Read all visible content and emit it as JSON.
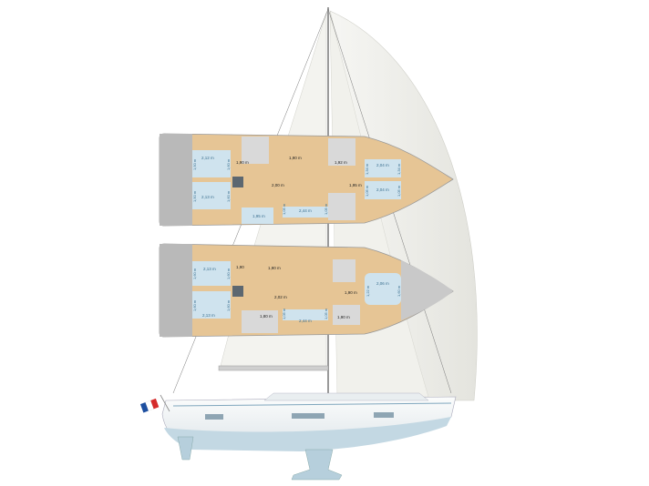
{
  "colors": {
    "background": "#ffffff",
    "sail": "#efefeb",
    "floor_wood": "#e6c595",
    "cabin_berth": "#cfe3ee",
    "stern_gray": "#b9b9b9",
    "hull_white": "#f4f6f7",
    "hull_bottom": "#c3d8e3"
  },
  "flag": {
    "icon": "french-flag-icon"
  },
  "layout_top": {
    "berth_labels": [
      "2,12 m",
      "2,13 m",
      "2,04 m",
      "2,04 m",
      "2,44 m",
      "1,95 m"
    ],
    "berth_widths": [
      "1,50 m",
      "1,60 m",
      "1,50 m",
      "1,60 m",
      "1,34 m",
      "1,34 m",
      "1,05 m",
      "1,05 m",
      "1,05 m",
      "1,05 m"
    ],
    "headroom_labels": [
      "1,90 m",
      "1,90 m",
      "1,92 m",
      "2,00 m",
      "1,95 m"
    ]
  },
  "layout_bottom": {
    "berth_labels": [
      "2,13 m",
      "2,13 m",
      "2,06 m",
      "2,44 m"
    ],
    "berth_widths": [
      "1,60 m",
      "1,60 m",
      "1,60 m",
      "1,60 m",
      "1,22 m",
      "1,60 m",
      "1,05 m",
      "1,05 m"
    ],
    "headroom_labels": [
      "1,90",
      "1,90 m",
      "2,02 m",
      "1,90 m",
      "1,80 m",
      "1,90 m"
    ]
  }
}
